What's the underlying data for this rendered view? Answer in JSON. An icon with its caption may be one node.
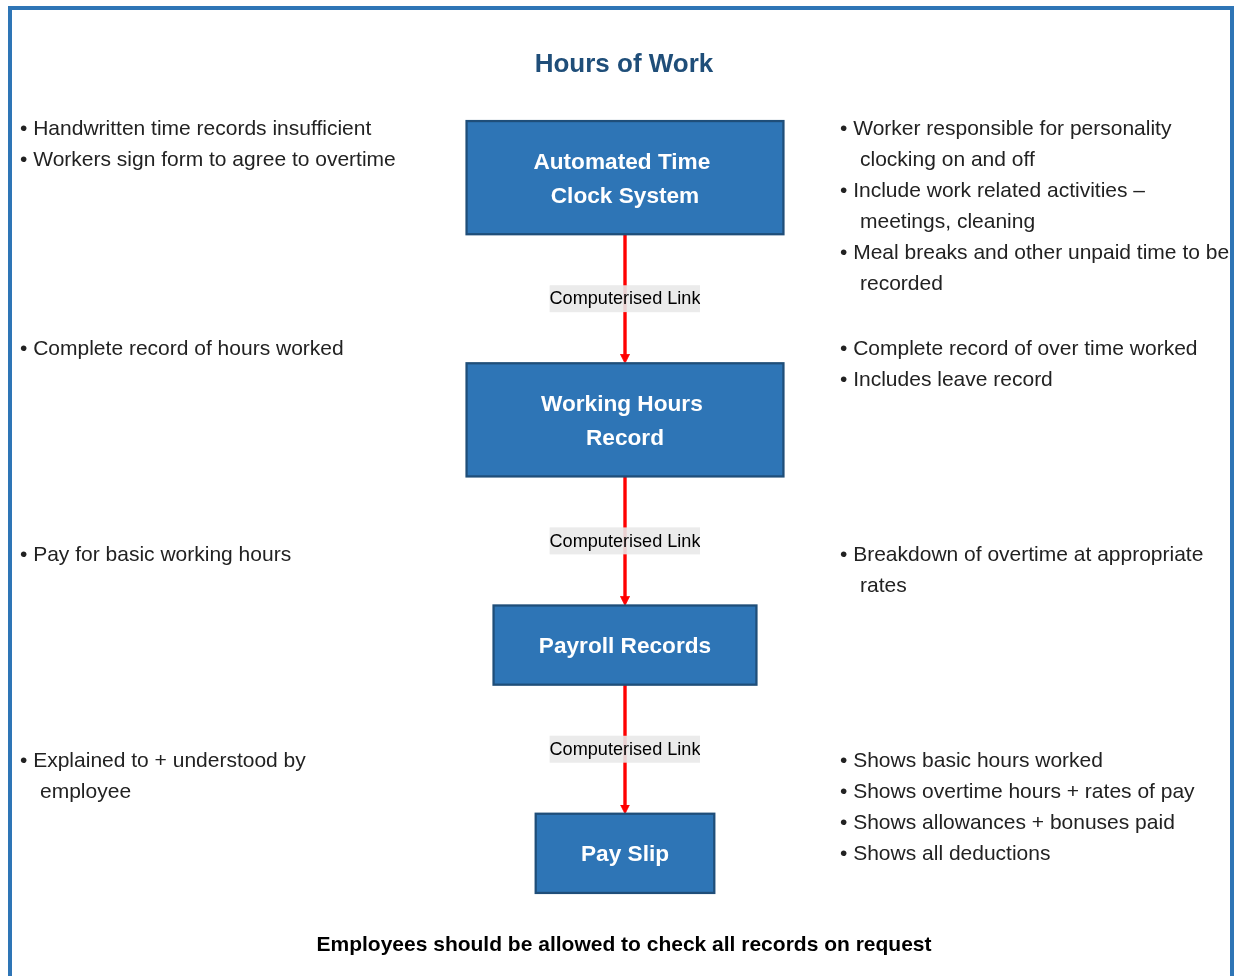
{
  "diagram": {
    "title": "Hours of Work",
    "caption": "Employees should be allowed to check all records on request",
    "nodes": [
      {
        "text": [
          "Automated Time Clock System"
        ]
      },
      {
        "text": [
          "Working Hours Record"
        ]
      },
      {
        "text": [
          "Payroll Records"
        ]
      },
      {
        "text": [
          "Pay Slip"
        ]
      }
    ],
    "edges": [
      {
        "from": 0,
        "to": 1,
        "arrow": "to",
        "label": "Computerised Link",
        "color": "#ff0000"
      },
      {
        "from": 1,
        "to": 2,
        "arrow": "to",
        "label": "Computerised Link",
        "color": "#ff0000"
      },
      {
        "from": 2,
        "to": 3,
        "arrow": "to",
        "label": "Computerised Link",
        "color": "#ff0000"
      }
    ],
    "labels": [
      "• Handwritten time records insufficient",
      "• Workers sign form to agree to overtime",
      "• Worker responsible for personality clocking on and off",
      "• Include work related activities – meetings, cleaning",
      "• Meal breaks and other unpaid time to be recorded",
      "• Complete record of hours worked",
      "• Complete record of over time worked",
      "• Includes leave record",
      "• Pay for basic working hours",
      "• Breakdown of overtime at appropriate rates",
      "• Explained to + understood by employee",
      "• Shows basic hours worked",
      "• Shows overtime hours + rates of pay",
      "• Shows allowances + bonuses paid",
      "• Shows all deductions"
    ]
  }
}
